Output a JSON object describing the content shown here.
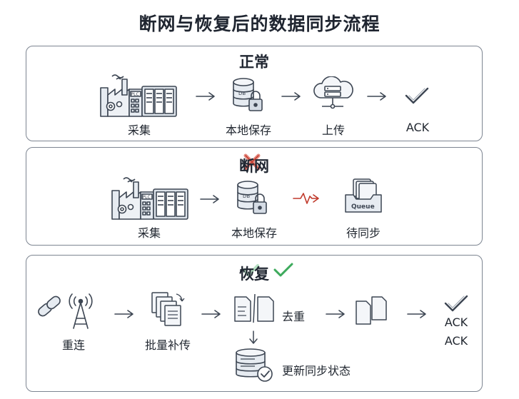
{
  "title": "断网与恢复后的数据同步流程",
  "normal": {
    "title": "正常",
    "steps": {
      "collect": "采集",
      "save": "本地保存",
      "upload": "上传",
      "ack": "ACK"
    },
    "icons": [
      "factory-plc-icon",
      "database-lock-icon",
      "cloud-server-icon",
      "check-icon"
    ]
  },
  "offline": {
    "title": "断网",
    "steps": {
      "collect": "采集",
      "save": "本地保存",
      "pending": "待同步"
    },
    "queue_label": "Queue",
    "icons": [
      "factory-plc-icon",
      "database-lock-icon",
      "broken-signal-icon",
      "queue-tray-icon",
      "red-x-icon"
    ]
  },
  "recovery": {
    "title": "恢复",
    "steps": {
      "reconnect": "重连",
      "batch": "批量补传",
      "dedup": "去重",
      "ack_1": "ACK",
      "ack_2": "ACK",
      "update": "更新同步状态"
    },
    "icons": [
      "link-antenna-icon",
      "document-stack-icon",
      "document-split-icon",
      "documents-icon",
      "check-icon",
      "database-check-icon",
      "green-check-icon"
    ]
  },
  "colors": {
    "stroke": "#3d4653",
    "fill": "#e6ebf1",
    "red": "#c0392b",
    "green": "#3daa5c",
    "border": "#7d8591"
  }
}
